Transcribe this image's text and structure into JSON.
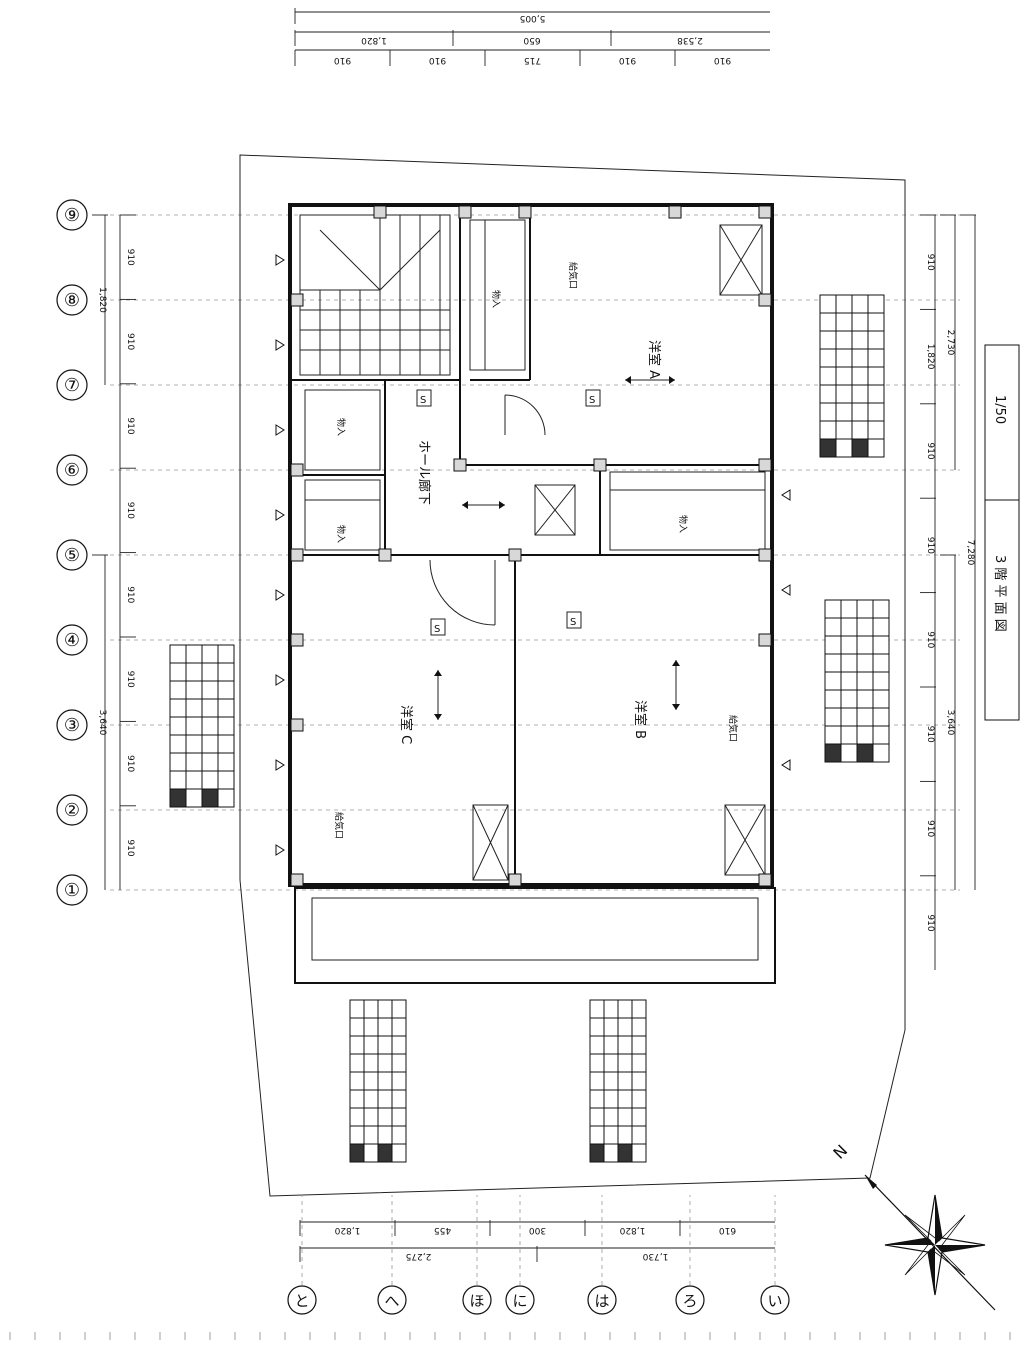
{
  "drawing": {
    "scale": "1/50",
    "title": "3 階 平 面 図"
  },
  "grid_numbers": [
    "⑨",
    "⑧",
    "⑦",
    "⑥",
    "⑤",
    "④",
    "③",
    "②",
    "①"
  ],
  "grid_letters": [
    "と",
    "へ",
    "ほ",
    "に",
    "は",
    "ろ",
    "い"
  ],
  "dims_left": {
    "segments": [
      "910",
      "910",
      "910",
      "910",
      "910",
      "910",
      "910",
      "910"
    ],
    "totals": [
      "1,820",
      "3,640"
    ]
  },
  "dims_top": {
    "row1": [
      "910",
      "910",
      "715",
      "910",
      "910"
    ],
    "row2": [
      "1,820",
      "650",
      "2,538"
    ],
    "total": "5,005"
  },
  "dims_right": {
    "segments": [
      "910",
      "1,820",
      "910",
      "910",
      "910",
      "910",
      "910",
      "910"
    ],
    "totals": [
      "2,730",
      "3,640",
      "7,280"
    ]
  },
  "dims_bottom": {
    "row1": [
      "1,820",
      "455",
      "300",
      "1,820",
      "610"
    ],
    "row2": [
      "2,275",
      "1,730"
    ]
  },
  "rooms": {
    "room_a": "洋室 A",
    "room_b": "洋室 B",
    "room_c": "洋室 C",
    "hall": "ホール廊下",
    "storage1": "物入",
    "storage2": "物入",
    "storage3": "物入",
    "storage4": "物入",
    "vent1": "給気口",
    "vent2": "給気口",
    "vent3": "給気口",
    "mark_s": "S"
  },
  "north": "N"
}
